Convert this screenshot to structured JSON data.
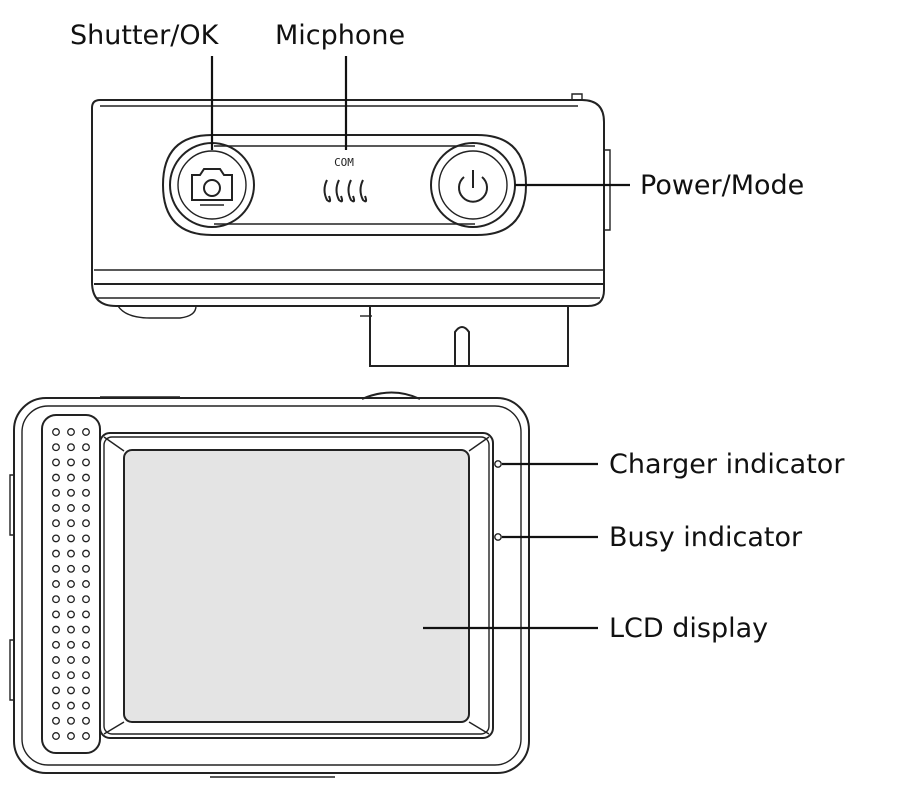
{
  "labels": {
    "shutter": "Shutter/OK",
    "microphone": "Micphone",
    "power": "Power/Mode",
    "charger": "Charger indicator",
    "busy": "Busy indicator",
    "lcd": "LCD display"
  },
  "mic_marking": "COM",
  "colors": {
    "line": "#111111",
    "lcd_fill": "#e4e4e4",
    "background": "#ffffff"
  },
  "icons": [
    "camera-icon",
    "power-icon"
  ]
}
